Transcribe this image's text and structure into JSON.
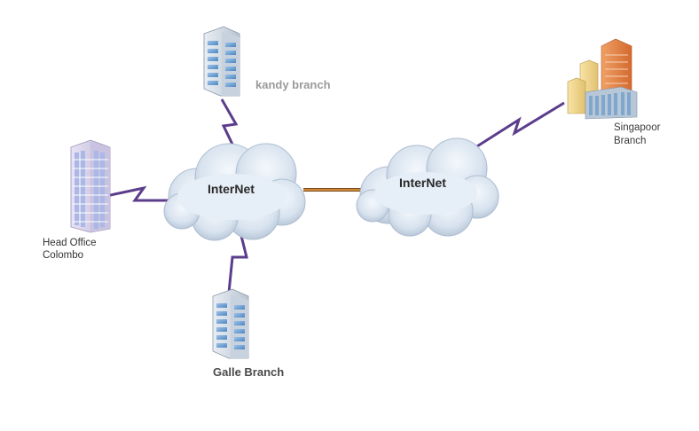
{
  "nodes": {
    "kandy": {
      "label": "kandy branch",
      "icon": "office-tower-icon"
    },
    "singapore": {
      "line1": "Singapoor",
      "line2": "Branch",
      "icon": "city-buildings-icon"
    },
    "head_office": {
      "line1": "Head Office",
      "line2": "Colombo",
      "icon": "office-tower-icon"
    },
    "galle": {
      "label": "Galle Branch",
      "icon": "office-tower-icon"
    }
  },
  "clouds": [
    {
      "label": "InterNet",
      "icon": "cloud-icon"
    },
    {
      "label": "InterNet",
      "icon": "cloud-icon"
    }
  ],
  "links": [
    {
      "from": "head_office",
      "to": "cloud-1",
      "style": "wireless"
    },
    {
      "from": "kandy",
      "to": "cloud-1",
      "style": "wireless"
    },
    {
      "from": "galle",
      "to": "cloud-1",
      "style": "wireless"
    },
    {
      "from": "cloud-1",
      "to": "cloud-2",
      "style": "wired"
    },
    {
      "from": "cloud-2",
      "to": "singapore",
      "style": "wireless"
    }
  ],
  "colors": {
    "wireless_link": "#5b3d8c",
    "wired_link": "#b36a1e",
    "cloud_fill": "#dbe6f2",
    "building_glass": "#6fa3d6"
  }
}
